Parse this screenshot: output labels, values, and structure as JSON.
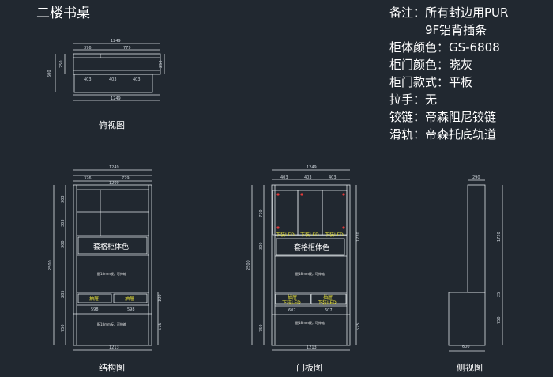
{
  "title": "二楼书桌",
  "notes": [
    "备注：所有封边用PUR",
    "9F铝背插条",
    "柜体颜色：GS-6808",
    "柜门颜色：晓灰",
    "柜门款式：平板",
    "拉手：无",
    "铰链：帝森阻尼铰链",
    "滑轨：帝森托底轨道"
  ],
  "captions": {
    "top_view": "俯视图",
    "structure": "结构图",
    "door": "门板图",
    "side": "侧视图"
  },
  "labels": {
    "cabinet_color": "套格柜体色",
    "drawer": "抽屉",
    "desk_note": "配18mm板，可伸缩",
    "lower_note": "配18mm板，可伸缩",
    "under_light": "下装LED"
  },
  "dims": {
    "top_width": "1249",
    "top_segments": [
      "376",
      "779"
    ],
    "top_lower": [
      "403",
      "403",
      "403"
    ],
    "top_bottom": "1249",
    "top_side_a": "600",
    "top_side_b": "250",
    "top_side_c": "250",
    "struct_width": "1249",
    "struct_segments": [
      "376",
      "779"
    ],
    "struct_inner": "1209",
    "struct_height": "2500",
    "struct_left": [
      "303",
      "303",
      "300",
      "285",
      "750"
    ],
    "struct_right": [
      "100",
      "575"
    ],
    "struct_bottom_pair": [
      "598",
      "598"
    ],
    "struct_base": "1213",
    "door_width": "1249",
    "door_segments": [
      "403",
      "403",
      "403"
    ],
    "door_left": [
      "770",
      "300",
      "750"
    ],
    "door_right": [
      "1720",
      "575"
    ],
    "door_height": "2500",
    "door_bottom_pair": [
      "607",
      "607"
    ],
    "door_base": "1213",
    "side_top": "290",
    "side_right": [
      "1720",
      "25",
      "750"
    ],
    "side_base": "600"
  }
}
